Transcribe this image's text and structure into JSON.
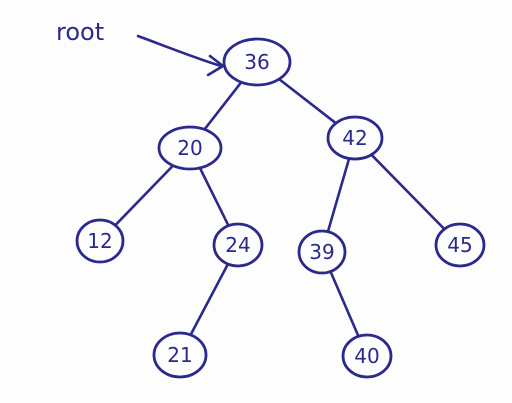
{
  "ink_color": "#2b2a8c",
  "paper_color": "#fdfdfd",
  "pointer": {
    "label": "root",
    "target": "n36"
  },
  "nodes": [
    {
      "id": "n36",
      "label": "36"
    },
    {
      "id": "n20",
      "label": "20"
    },
    {
      "id": "n42",
      "label": "42"
    },
    {
      "id": "n12",
      "label": "12"
    },
    {
      "id": "n24",
      "label": "24"
    },
    {
      "id": "n39",
      "label": "39"
    },
    {
      "id": "n45",
      "label": "45"
    },
    {
      "id": "n21",
      "label": "21"
    },
    {
      "id": "n40",
      "label": "40"
    }
  ],
  "edges": [
    {
      "from": "n36",
      "to": "n20"
    },
    {
      "from": "n36",
      "to": "n42"
    },
    {
      "from": "n20",
      "to": "n12"
    },
    {
      "from": "n20",
      "to": "n24"
    },
    {
      "from": "n42",
      "to": "n39"
    },
    {
      "from": "n42",
      "to": "n45"
    },
    {
      "from": "n24",
      "to": "n21"
    },
    {
      "from": "n39",
      "to": "n40"
    }
  ]
}
